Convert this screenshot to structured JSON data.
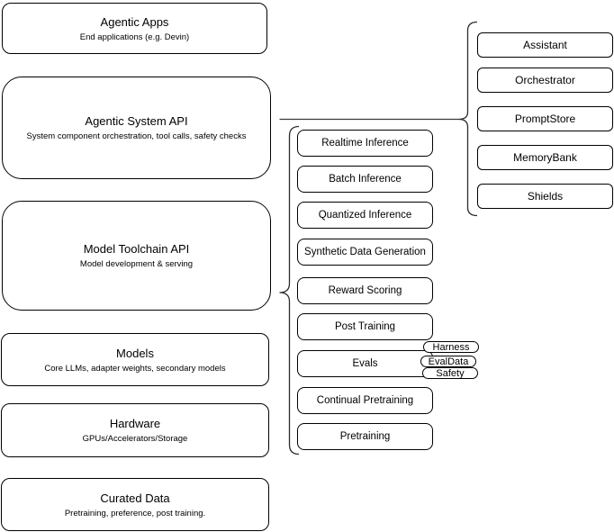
{
  "stack": [
    {
      "title": "Agentic Apps",
      "subtitle": "End applications (e.g. Devin)"
    },
    {
      "title": "Agentic System API",
      "subtitle": "System component orchestration, tool calls, safety checks"
    },
    {
      "title": "Model Toolchain API",
      "subtitle": "Model development & serving"
    },
    {
      "title": "Models",
      "subtitle": "Core LLMs, adapter weights, secondary models"
    },
    {
      "title": "Hardware",
      "subtitle": "GPUs/Accelerators/Storage"
    },
    {
      "title": "Curated Data",
      "subtitle": "Pretraining, preference, post training."
    }
  ],
  "toolchain": {
    "items": [
      "Realtime Inference",
      "Batch Inference",
      "Quantized Inference",
      "Synthetic Data Generation",
      "Reward Scoring",
      "Post Training",
      "Evals",
      "Continual Pretraining",
      "Pretraining"
    ]
  },
  "evals_tags": [
    "Harness",
    "EvalData",
    "Safety"
  ],
  "system": {
    "items": [
      "Assistant",
      "Orchestrator",
      "PromptStore",
      "MemoryBank",
      "Shields"
    ]
  },
  "colors": {
    "background": "#ffffff",
    "node_fill": "#ffffff",
    "border": "#000000",
    "connector": "#3b3b3b",
    "text": "#000000"
  }
}
